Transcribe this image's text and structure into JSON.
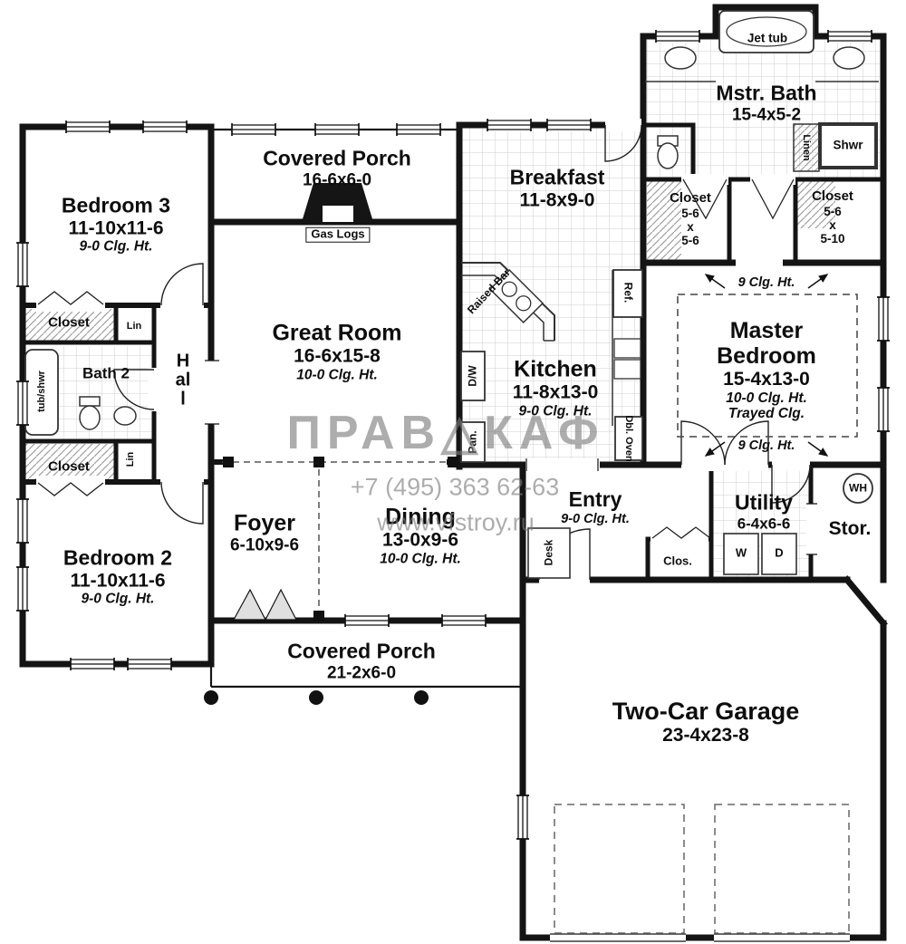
{
  "watermark": {
    "logo": "ПРАВ△КАФ",
    "phone": "+7 (495) 363 62-63",
    "website": "www.vfstroy.ru"
  },
  "rooms": {
    "porch_top": {
      "name": "Covered Porch",
      "size": "16-6x6-0"
    },
    "gas_logs": {
      "label": "Gas Logs"
    },
    "bedroom3": {
      "name": "Bedroom 3",
      "size": "11-10x11-6",
      "clg": "9-0 Clg. Ht."
    },
    "breakfast": {
      "name": "Breakfast",
      "size": "11-8x9-0"
    },
    "mstr_bath": {
      "name": "Mstr. Bath",
      "size": "15-4x5-2"
    },
    "jet_tub": {
      "label": "Jet tub"
    },
    "linen": {
      "label": "Linen"
    },
    "shwr": {
      "label": "Shwr"
    },
    "closet_mb_left": {
      "name": "Closet",
      "w": "5-6",
      "x": "x",
      "d": "5-6"
    },
    "closet_mb_right": {
      "name": "Closet",
      "w": "5-6",
      "x": "x",
      "d": "5-10"
    },
    "master": {
      "name1": "Master",
      "name2": "Bedroom",
      "size": "15-4x13-0",
      "clg": "10-0 Clg. Ht.",
      "tray": "Trayed Clg."
    },
    "clg9": {
      "label": "9 Clg. Ht."
    },
    "great_room": {
      "name": "Great Room",
      "size": "16-6x15-8",
      "clg": "10-0 Clg. Ht."
    },
    "kitchen": {
      "name": "Kitchen",
      "size": "11-8x13-0",
      "clg": "9-0 Clg. Ht."
    },
    "raised_bar": {
      "label": "Raised Bar"
    },
    "dw": {
      "label": "D/W"
    },
    "ref": {
      "label": "Ref."
    },
    "dbl_oven": {
      "label": "Dbl. Oven"
    },
    "pan": {
      "label": "Pan."
    },
    "closet_top": {
      "label": "Closet"
    },
    "lin_top": {
      "label": "Lin"
    },
    "bath2": {
      "name": "Bath 2"
    },
    "tub_shwr": {
      "label": "tub/shwr"
    },
    "hall": {
      "name": "Hall"
    },
    "closet_bottom": {
      "label": "Closet"
    },
    "lin_bottom": {
      "label": "Lin"
    },
    "bedroom2": {
      "name": "Bedroom 2",
      "size": "11-10x11-6",
      "clg": "9-0 Clg. Ht."
    },
    "foyer": {
      "name": "Foyer",
      "size": "6-10x9-6"
    },
    "dining": {
      "name": "Dining",
      "size": "13-0x9-6",
      "clg": "10-0 Clg. Ht."
    },
    "entry": {
      "name": "Entry",
      "clg": "9-0 Clg. Ht."
    },
    "desk": {
      "label": "Desk"
    },
    "clos": {
      "label": "Clos."
    },
    "utility": {
      "name": "Utility",
      "size": "6-4x6-6"
    },
    "washer": {
      "label": "W"
    },
    "dryer": {
      "label": "D"
    },
    "stor": {
      "name": "Stor."
    },
    "wh": {
      "label": "WH"
    },
    "porch_bottom": {
      "name": "Covered Porch",
      "size": "21-2x6-0"
    },
    "garage": {
      "name": "Two-Car Garage",
      "size": "23-4x23-8"
    }
  }
}
